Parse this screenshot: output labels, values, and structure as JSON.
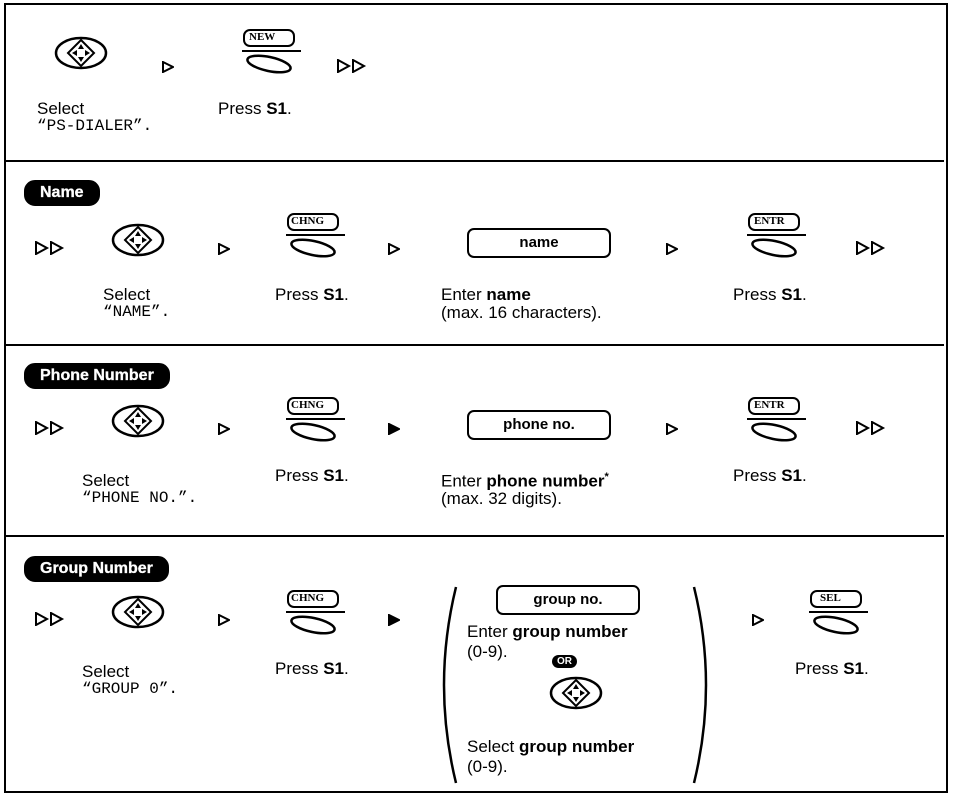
{
  "intro": {
    "select_label": "Select",
    "select_value": "“PS-DIALER”.",
    "press_label": "Press",
    "press_key": "S1",
    "soft_key": "NEW"
  },
  "name_section": {
    "title": "Name",
    "select_label": "Select",
    "select_value": "“NAME”.",
    "soft_key": "CHNG",
    "press1_label": "Press",
    "press1_key": "S1",
    "field": "name",
    "enter_label": "Enter",
    "enter_value": "name",
    "enter_note": "(max. 16 characters).",
    "soft_key2": "ENTR",
    "press2_label": "Press",
    "press2_key": "S1"
  },
  "phone_section": {
    "title": "Phone Number",
    "select_label": "Select",
    "select_value": "“PHONE NO.”.",
    "soft_key": "CHNG",
    "press1_label": "Press",
    "press1_key": "S1",
    "field": "phone no.",
    "enter_label": "Enter",
    "enter_value": "phone number",
    "enter_mark": "*",
    "enter_note": "(max. 32 digits).",
    "soft_key2": "ENTR",
    "press2_label": "Press",
    "press2_key": "S1"
  },
  "group_section": {
    "title": "Group Number",
    "select_label": "Select",
    "select_value": "“GROUP 0”.",
    "soft_key": "CHNG",
    "press1_label": "Press",
    "press1_key": "S1",
    "field": "group no.",
    "enter_label": "Enter",
    "enter_value": "group number",
    "enter_note": "(0-9).",
    "or_label": "OR",
    "alt_label": "Select",
    "alt_value": "group number",
    "alt_note": "(0-9).",
    "soft_key2": "SEL",
    "press2_label": "Press",
    "press2_key": "S1"
  },
  "icons": {
    "navigator": "navigator-key-icon",
    "soft_key": "soft-key-icon",
    "next_step": "triangle-arrow-icon",
    "continue": "double-triangle-arrow-icon"
  }
}
